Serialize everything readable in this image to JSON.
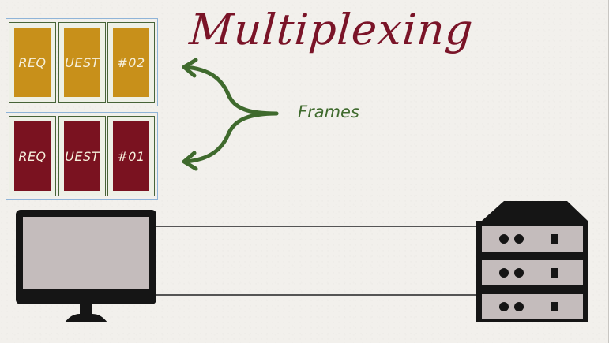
{
  "title": "Multiplexing",
  "frames_label": "Frames",
  "frame_groups": [
    {
      "cells": [
        "REQ",
        "UEST",
        "#02"
      ],
      "color": "#c8901a"
    },
    {
      "cells": [
        "REQ",
        "UEST",
        "#01"
      ],
      "color": "#7a1220"
    }
  ],
  "colors": {
    "title": "#7a1428",
    "annotation": "#3f6a2d",
    "group_border": "#8fb4d8",
    "monitor_screen": "#c4bcbc",
    "device": "#151515"
  },
  "icons": [
    "client-monitor-icon",
    "server-rack-icon"
  ]
}
